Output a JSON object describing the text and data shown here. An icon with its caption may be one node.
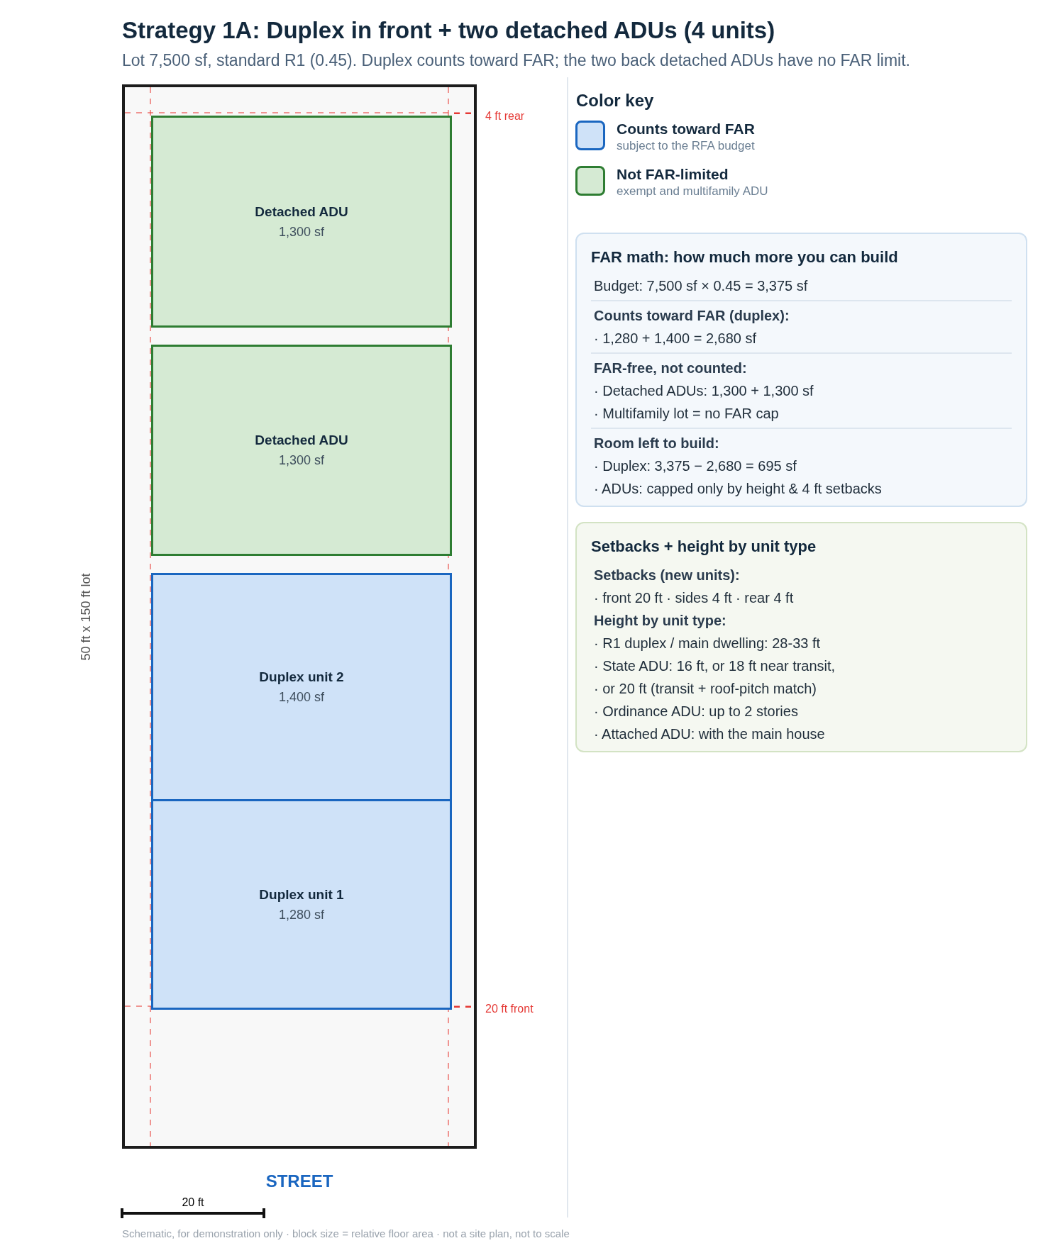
{
  "diagram": {
    "title": "Strategy 1A: Duplex in front + two detached ADUs (4 units)",
    "caption": "Schematic, for demonstration only · block size = relative floor area · not a site plan, not to scale",
    "nodes": [
      {
        "text": [],
        "shape": "box",
        "beside": [
          "50 ft x 150 ft lot"
        ]
      },
      {
        "text": [
          "Detached ADU",
          "1,300 sf"
        ],
        "in": 0
      },
      {
        "text": [
          "Detached ADU",
          "1,300 sf"
        ],
        "in": 0
      },
      {
        "text": [
          "Duplex unit 2",
          "1,400 sf"
        ],
        "in": 0
      },
      {
        "text": [
          "Duplex unit 1",
          "1,280 sf"
        ],
        "in": 0
      },
      {
        "text": [
          "FAR math: how much more you can build",
          "Budget: 7,500 sf × 0.45 = 3,375 sf",
          "Counts toward FAR (duplex):",
          "· 1,280 + 1,400 = 2,680 sf",
          "FAR-free, not counted:",
          "· Detached ADUs: 1,300 + 1,300 sf",
          "· Multifamily lot = no FAR cap",
          "Room left to build:",
          "· Duplex: 3,375 − 2,680 = 695 sf",
          "· ADUs: capped only by height & 4 ft setbacks"
        ]
      },
      {
        "text": [
          "Setbacks + height by unit type",
          "Setbacks (new units):",
          "· front 20 ft · sides 4 ft · rear 4 ft",
          "Height by unit type:",
          "· R1 duplex / main dwelling: 28-33 ft",
          "· State ADU: 16 ft, or 18 ft near transit,",
          "· or 20 ft (transit + roof-pitch match)",
          "· Ordinance ADU: up to 2 stories",
          "· Attached ADU: with the main house"
        ]
      }
    ],
    "labels": [
      "Lot 7,500 sf, standard R1 (0.45). Duplex counts toward FAR; the two back detached ADUs have no FAR limit.",
      "Color key",
      "subject to the RFA budget",
      "exempt and multifamily ADU",
      "4 ft rear",
      "20 ft front",
      "STREET",
      "20 ft"
    ],
    "legend": [
      {
        "text": "Counts toward FAR",
        "color": "#cfe2f8"
      },
      {
        "text": "Not FAR-limited",
        "color": "#d5ead3"
      }
    ]
  }
}
